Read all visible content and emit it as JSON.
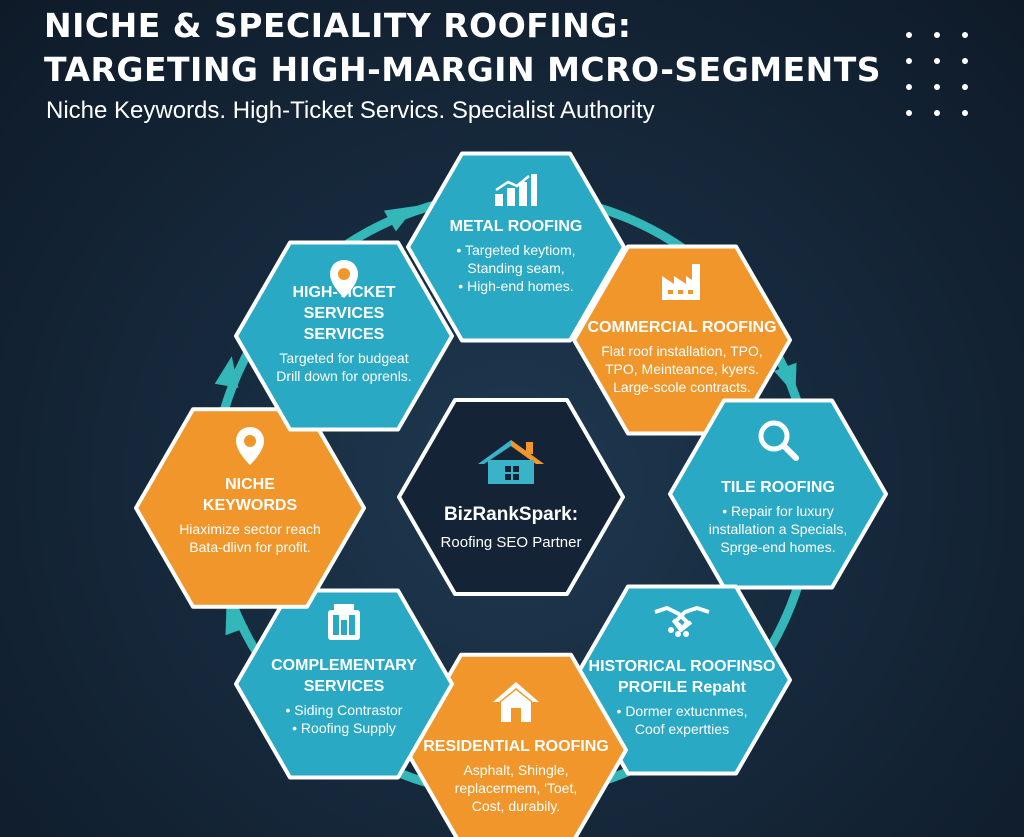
{
  "header": {
    "title_line1": "NICHE & SPECIALITY ROOFING:",
    "title_line2": "TARGETING HIGH-MARGIN MCRO-SEGMENTS",
    "subtitle": "Niche Keywords. High-Ticket Servics. Specialist Authority"
  },
  "center": {
    "title": "BizRankSpark:",
    "subtitle": "Roofing SEO Partner",
    "icon": "house-icon"
  },
  "colors": {
    "teal": "#2aa9c4",
    "orange": "#f0962b",
    "center_fill": "#142436",
    "border": "#ffffff",
    "arrow": "#34b7b8"
  },
  "nodes": [
    {
      "id": "metal",
      "color": "teal",
      "icon": "chart-icon",
      "title": [
        "METAL ROOFING"
      ],
      "body": [
        "• Targeted keytiom,",
        "Standing seam,",
        "• High-end homes."
      ]
    },
    {
      "id": "commercial",
      "color": "orange",
      "icon": "factory-icon",
      "title": [
        "COMMERCIAL ROOFING"
      ],
      "body": [
        "Flat roof installation, TPO,",
        "TPO, Meinteance, kyers.",
        "Large-scole contracts."
      ]
    },
    {
      "id": "tile",
      "color": "teal",
      "icon": "magnifier-icon",
      "title": [
        "TILE ROOFING"
      ],
      "body": [
        "• Repair for luxury",
        "installation a Specials,",
        "Sprge-end homes."
      ]
    },
    {
      "id": "historical",
      "color": "teal",
      "icon": "handshake-icon",
      "title": [
        "HISTORICAL ROOFINSO",
        "PROFILE Repaht"
      ],
      "body": [
        "• Dormer extucnmes,",
        "Coof expertties"
      ]
    },
    {
      "id": "residential",
      "color": "orange",
      "icon": "home-icon",
      "title": [
        "RESIDENTIAL ROOFING"
      ],
      "body": [
        "Asphalt, Shingle,",
        "replacermem, 'Toet,",
        "Cost, durabily."
      ]
    },
    {
      "id": "complementary",
      "color": "teal",
      "icon": "building-icon",
      "title": [
        "COMPLEMENTARY",
        "SERVICES"
      ],
      "body": [
        "• Siding Contrastor",
        "• Roofing Supply"
      ]
    },
    {
      "id": "niche",
      "color": "orange",
      "icon": "location-pin-icon",
      "title": [
        "NICHE",
        "KEYWORDS"
      ],
      "body": [
        "Hiaximize sector reach",
        "Bata-dlivn for profit."
      ]
    },
    {
      "id": "highticket",
      "color": "teal",
      "icon": "location-pin-icon",
      "title": [
        "HIGH-TICKET",
        "SERVICES",
        "SERVICES"
      ],
      "body": [
        "Targeted for budgeat",
        "Drill down for oprenls."
      ]
    }
  ]
}
